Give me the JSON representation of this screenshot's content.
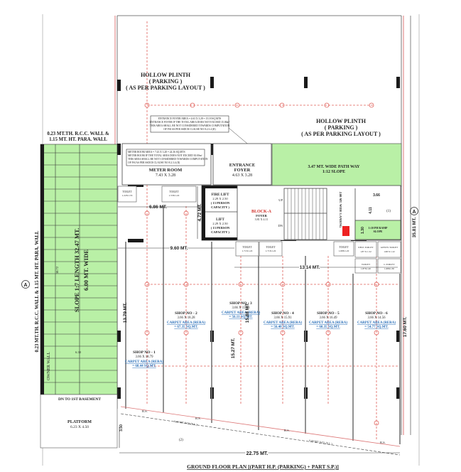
{
  "colors": {
    "wall": "#1a1a1a",
    "ramp": "#b9f0a6",
    "grid_red": "#e0605a",
    "carpet_blue": "#2a6fb8",
    "line": "#444444"
  },
  "parking": {
    "top_label": [
      "HOLLOW PLINTH",
      "( PARKING )",
      "( AS PER PARKING LAYOUT )"
    ],
    "right_label": [
      "HOLLOW PLINTH",
      "( PARKING )",
      "( AS PER PARKING LAYOUT )"
    ]
  },
  "notes": {
    "foyer_note": [
      "ENTRANCE FOYER AREA = 4.63 X 3.28 = 15.18 SQ.MTS",
      "ENTRANCE FOYER IF THE TOTAL AREA DOES NOT EXCEED 15.00m²",
      "THIS AREA SHALL BE NOT CONSIDERED TOWARDS COMPUTATION",
      "OF FSI AS PER SSDCR CLAUSE NO 8.2.3.4 (II)"
    ],
    "meter_note": [
      "METER ROOM AREA = 7.43 X 3.28 = 24.36 SQ.MTS",
      "METER ROOM IF THE TOTAL AREA DOES NOT EXCEED 30.00m²",
      "THIS AREA SHALL BE NOT CONSIDERED TOWARDS COMPUTATION",
      "OF FSI AS PER SSDCR CLAUSE NO 8.2.3.4 (II)"
    ]
  },
  "ramp": {
    "top_label": [
      "0.23 MT.TH. R.C.C. WALL &",
      "1.15 MT. HT. PARA. WALL"
    ],
    "side_label": "0.23 MT.TH. R.C.C. WALL & 1.15 MT. HT. PARA. WALL",
    "slope_label": "SLOPE 1:7 LENGTH 32.47 MT.",
    "width_label": "6.00 MT. WIDE",
    "length_dim": "30.72",
    "width_dim": "6.30",
    "owner_wall": "OWNER WALL",
    "dn_label": "DN TO 1ST BASEMENT",
    "platform": "PLATFORM",
    "platform_size": "6.23 X 4.50"
  },
  "rooms": {
    "meter_room": "METER ROOM",
    "meter_room_size": "7.43 X 3.28",
    "entrance_foyer": "ENTRANCE",
    "entrance_foyer_2": "FOYER",
    "entrance_foyer_size": "4.63 X 3.28",
    "pathway": "3.47 MT. WIDE PATH WAY",
    "pathway_slope": "1:12 SLOPE",
    "fire_lift": "FIRE LIFT",
    "fire_lift_size": "2.29 X 2.50",
    "fire_lift_cap": "( 13 PERSON",
    "fire_lift_cap2": "CAPACITY )",
    "lift": "LIFT",
    "lift_size": "2.29 X 2.50",
    "lift_cap": "( 13 PERSON",
    "lift_cap2": "CAPACITY )",
    "block": "BLOCK-A",
    "foyer": "FOYER",
    "foyer_size": "3.81 X 4.11",
    "landing": "2.00 MT. WIDE LANDING",
    "ramp_small": "1:10 PH RAMP",
    "ramp_small_slope": "SLOPE",
    "up": "UP",
    "dn": "DN",
    "toilet_1": "TOILET",
    "toilet_1_size": "1.22X1.53",
    "toilet_2": "TOILET",
    "toilet_2_size": "1.53X1.22",
    "toilet_3": "TOILET",
    "toilet_3_size": "1.71X1.22",
    "toilet_4": "TOILET",
    "toilet_4_size": "1.71X1.22",
    "toilet_5": "TOILET",
    "toilet_5_size": "1.68X1.22",
    "php_toilet": "P.H.P. TOILET",
    "php_toilet_size": "1.87 X 1.52",
    "gents_toilet": "GENTS TOILET",
    "gents_toilet_size": "1.68 X 1.22",
    "toilet_6": "TOILET",
    "toilet_6_size": "1.87X1.20",
    "ladies_toilet": "L.TOILET",
    "ladies_toilet_size": "1.68X1.30",
    "mark_1": "(1)",
    "mark_2": "(2)"
  },
  "shops": [
    {
      "name": "SHOP NO - 1",
      "size": "3.66 X 18.79",
      "carpet": "CARPET AREA (RERA)",
      "area": "= 68.44 SQ.MT."
    },
    {
      "name": "SHOP NO - 2",
      "size": "3.66 X 18.28",
      "carpet": "CARPET AREA (RERA)",
      "area": "= 67.35 SQ.MT."
    },
    {
      "name": "SHOP NO - 3",
      "size": "3.66 X 15.53",
      "carpet": "CARPET AREA (RERA)",
      "area": "= 56.11 SQ.MT."
    },
    {
      "name": "SHOP NO - 4",
      "size": "3.66 X 15.91",
      "carpet": "CARPET AREA (RERA)",
      "area": "= 56.40 SQ.MT."
    },
    {
      "name": "SHOP NO - 5",
      "size": "3.66 X 16.49",
      "carpet": "CARPET AREA (RERA)",
      "area": "= 60.35 SQ.MT."
    },
    {
      "name": "SHOP NO - 6",
      "size": "3.66 X 14.56",
      "carpet": "CARPET AREA (RERA)",
      "area": "= 54.77 SQ.MT."
    }
  ],
  "dimensions": {
    "d_686": "6.86 MT.",
    "d_472": "4.72 MT.",
    "d_960": "9.60 MT.",
    "d_1314": "13.14 MT.",
    "d_1379": "13.79 MT.",
    "d_1527": "15.27 MT.",
    "d_1588": "15.88 MT.",
    "d_1760": "17.60 MT.",
    "d_3581": "35.81 MT.",
    "d_2275": "22.75 MT.",
    "d_366": "3.66",
    "d_411": "4.11",
    "d_130": "1.30",
    "d_350": "3.50",
    "rs": "R.S.",
    "road_1": "9.00 MT. W.D. (E.L.)",
    "road_2": "9.00 MT. W.D. (E.L.)"
  },
  "section_marker": "A",
  "title": "GROUND FLOOR PLAN [(PART H.P. (PARKING) + PART S.P.)]"
}
